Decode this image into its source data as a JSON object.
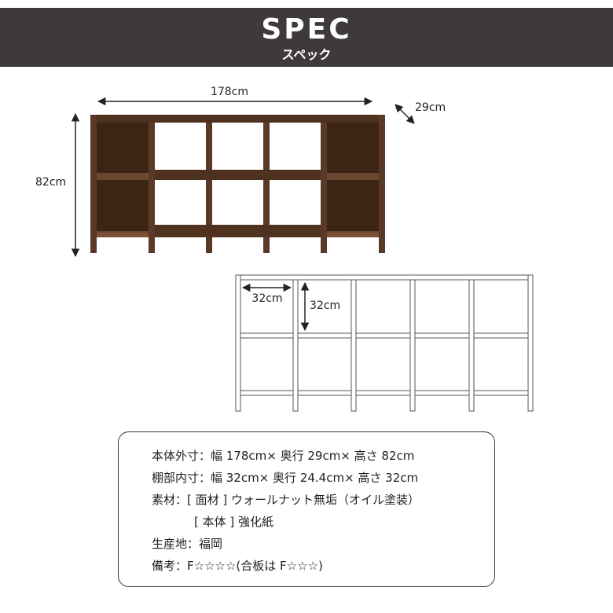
{
  "header": {
    "title": "SPEC",
    "subtitle": "スペック"
  },
  "dimensions": {
    "width": "178cm",
    "depth": "29cm",
    "height": "82cm",
    "inner_width": "32cm",
    "inner_height": "32cm"
  },
  "colors": {
    "header_bg": "#3e3a39",
    "wood": "#5a3a26",
    "wood_dark": "#3d2516"
  },
  "spec": {
    "lines": [
      "本体外寸：幅 178cm× 奥行 29cm× 高さ 82cm",
      "棚部内寸：幅 32cm× 奥行 24.4cm× 高さ 32cm",
      "素材：[ 面材 ] ウォールナット無垢（オイル塗装）",
      "[ 本体 ] 強化紙",
      "生産地：福岡",
      "備考：F☆☆☆☆(合板は F☆☆☆)"
    ]
  }
}
